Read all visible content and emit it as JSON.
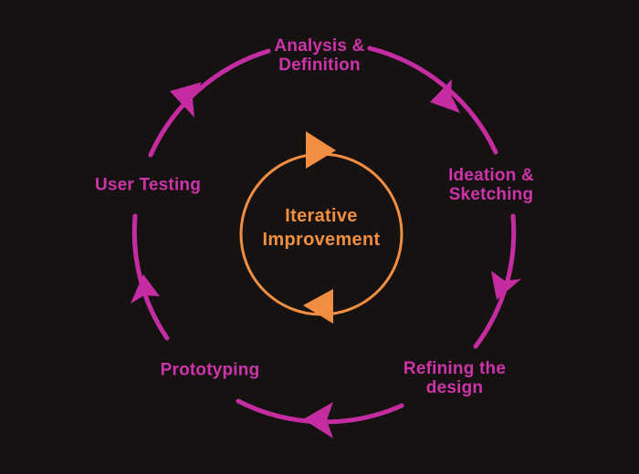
{
  "title": "Iterative Improvement cycle diagram",
  "colors": {
    "background": "#161212",
    "magenta": "#C52CA2",
    "magenta_text": "#CD34AA",
    "orange": "#F18E42"
  },
  "center": {
    "lines": [
      "Iterative",
      "Improvement"
    ]
  },
  "stations": [
    {
      "id": "analysis-definition",
      "lines": [
        "Analysis &",
        "Definition"
      ]
    },
    {
      "id": "ideation-sketching",
      "lines": [
        "Ideation &",
        "Sketching"
      ]
    },
    {
      "id": "refining-design",
      "lines": [
        "Refining the",
        "design"
      ]
    },
    {
      "id": "prototyping",
      "lines": [
        "Prototyping"
      ]
    },
    {
      "id": "user-testing",
      "lines": [
        "User Testing"
      ]
    }
  ]
}
